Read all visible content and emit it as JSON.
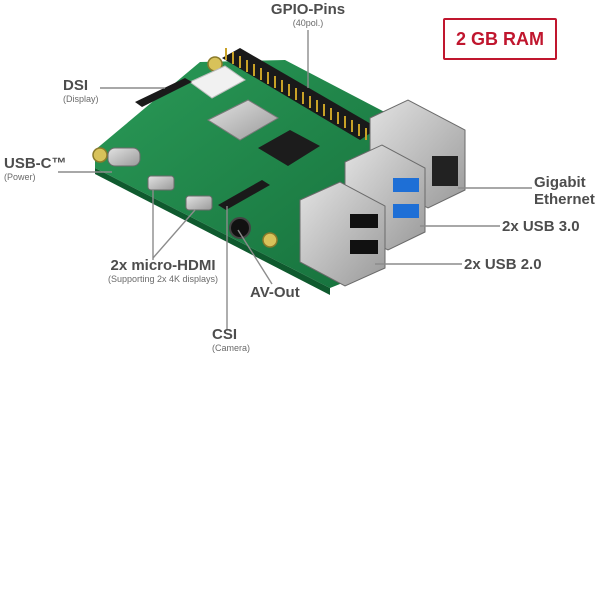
{
  "badge": {
    "text": "2 GB RAM",
    "color": "#c0162e"
  },
  "colors": {
    "pcb": "#1f8a4c",
    "label_text": "#4d4d4d",
    "leader_line": "#8c8c8c"
  },
  "labels": {
    "gpio": {
      "title": "GPIO-Pins",
      "note": "(40pol.)"
    },
    "dsi": {
      "title": "DSI",
      "note": "(Display)"
    },
    "usbc": {
      "title": "USB-C™",
      "note": "(Power)"
    },
    "hdmi": {
      "title": "2x micro-HDMI",
      "note": "(Supporting 2x 4K displays)"
    },
    "avout": {
      "title": "AV-Out"
    },
    "csi": {
      "title": "CSI",
      "note": "(Camera)"
    },
    "ethernet": {
      "title_line1": "Gigabit",
      "title_line2": "Ethernet"
    },
    "usb3": {
      "title": "2x USB 3.0"
    },
    "usb2": {
      "title": "2x USB 2.0"
    }
  }
}
